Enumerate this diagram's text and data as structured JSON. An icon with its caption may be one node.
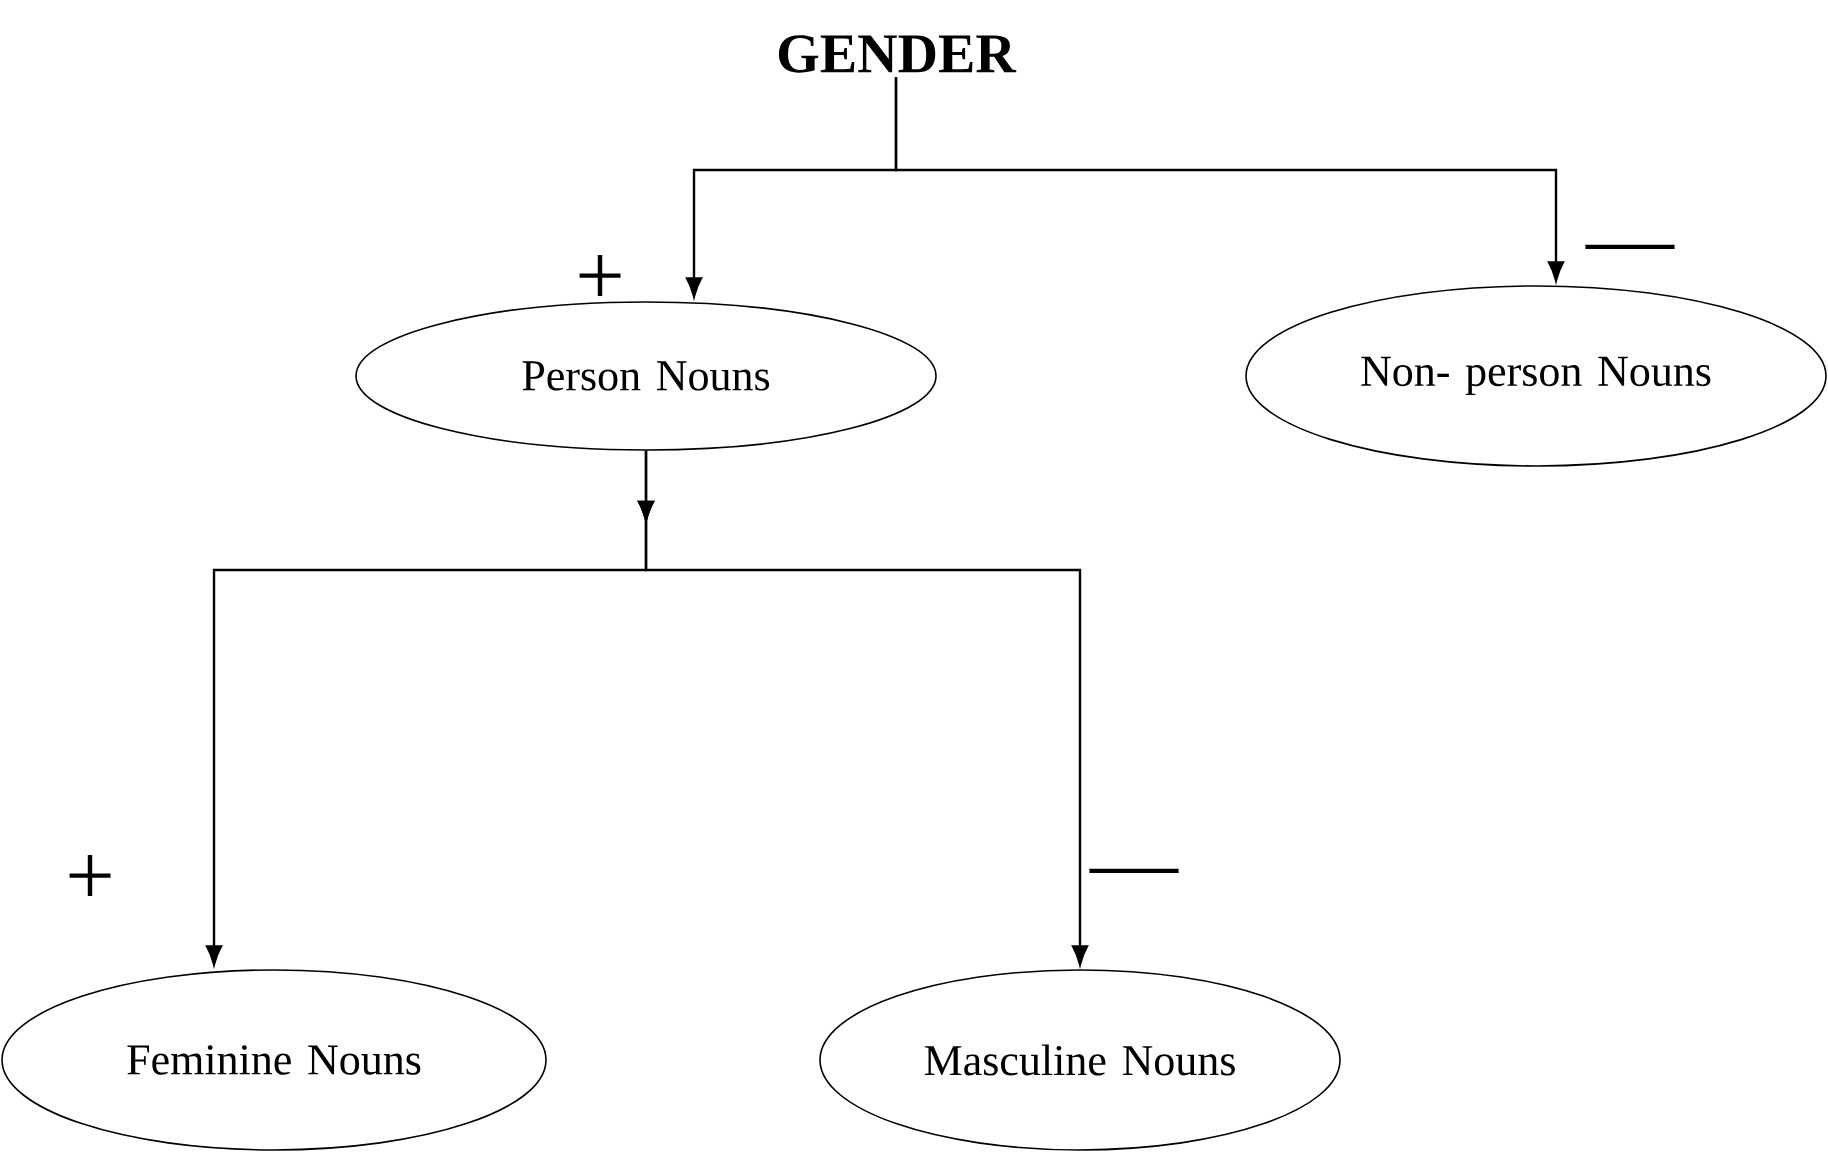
{
  "diagram": {
    "nodes": [
      {
        "text": [
          "GENDER"
        ]
      },
      {
        "text": [
          "Person Nouns"
        ]
      },
      {
        "text": [
          "Non- person Nouns"
        ]
      },
      {
        "text": [
          "Feminine Nouns"
        ]
      },
      {
        "text": [
          "Masculine Nouns"
        ]
      }
    ],
    "edges": [
      {
        "from": 0,
        "to": 1,
        "arrow": "to",
        "label": "+"
      },
      {
        "from": 0,
        "to": 2,
        "arrow": "to",
        "label": "—"
      },
      {
        "from": 1,
        "to": 3,
        "arrow": "to",
        "label": "+"
      },
      {
        "from": 1,
        "to": 4,
        "arrow": "to",
        "label": "—"
      }
    ]
  }
}
